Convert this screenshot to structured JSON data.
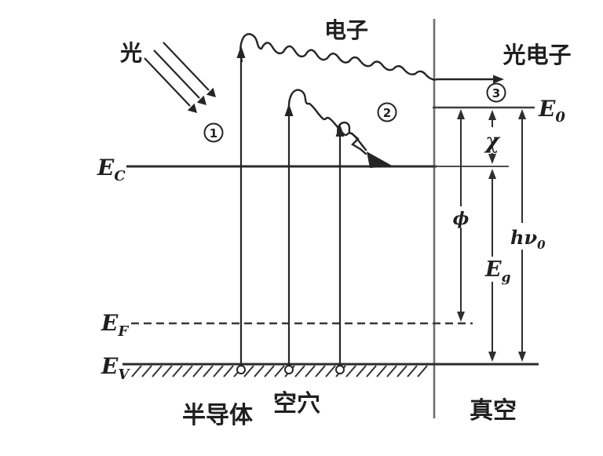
{
  "figure": {
    "type": "energy-band-photoemission-diagram",
    "background": "#ffffff",
    "ink_color": "#252525",
    "boundary_color": "#6f6f6f"
  },
  "labels": {
    "light": "光",
    "electron": "电子",
    "photoelectron": "光电子",
    "semiconductor": "半导体",
    "hole": "空穴",
    "vacuum": "真空"
  },
  "levels": {
    "conduction": {
      "symbol": "E",
      "sub": "C"
    },
    "fermi": {
      "symbol": "E",
      "sub": "F"
    },
    "valence": {
      "symbol": "E",
      "sub": "V"
    },
    "vacuum_level": {
      "symbol": "E",
      "sub": "0"
    }
  },
  "annotations": {
    "electron_affinity": "χ",
    "work_function": "ϕ",
    "bandgap": {
      "symbol": "E",
      "sub": "g"
    },
    "threshold_energy": {
      "symbol": "hν",
      "sub": "0"
    }
  },
  "steps": {
    "one": "1",
    "two": "2",
    "three": "3"
  }
}
